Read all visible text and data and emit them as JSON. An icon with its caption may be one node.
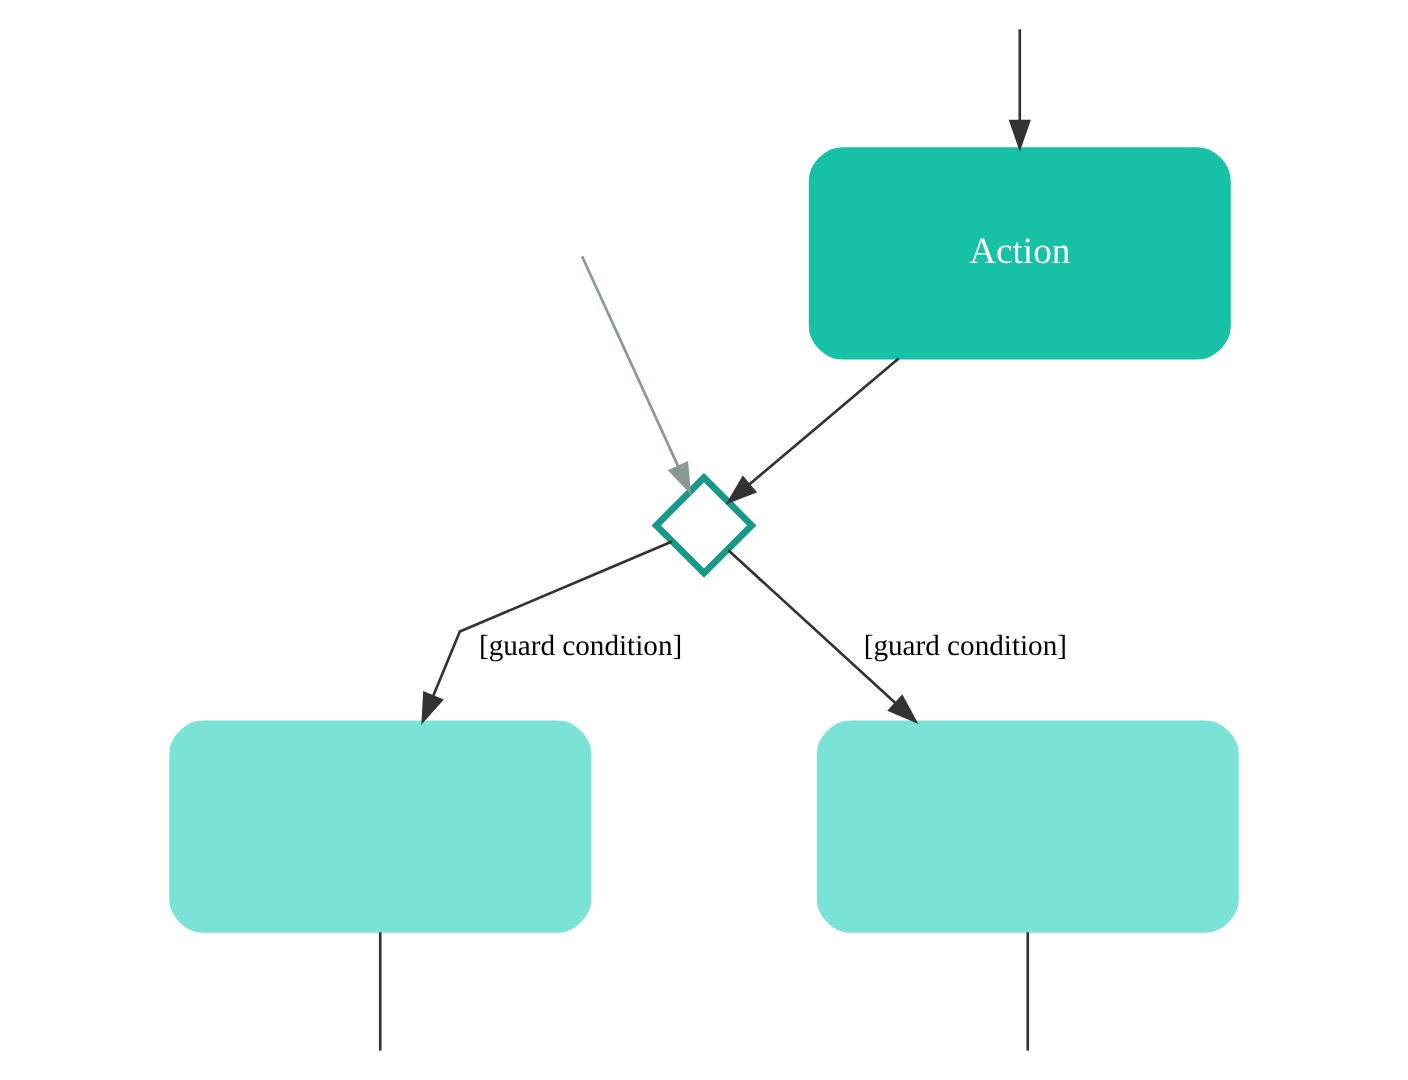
{
  "diagram": {
    "nodes": [
      {
        "text": [
          "Action"
        ]
      },
      {
        "text": [],
        "shape": "diamond"
      },
      {
        "text": [],
        "shape": "box"
      },
      {
        "text": [],
        "shape": "box"
      }
    ],
    "edges": [
      {
        "from": null,
        "to": 0,
        "arrow": "to"
      },
      {
        "from": 0,
        "to": 1,
        "arrow": "to"
      },
      {
        "from": 1,
        "to": 2,
        "arrow": "to",
        "label": "[guard condition]"
      },
      {
        "from": 1,
        "to": 3,
        "arrow": "to",
        "label": "[guard condition]"
      },
      {
        "from": 2,
        "to": null,
        "arrow": "none"
      },
      {
        "from": 3,
        "to": null,
        "arrow": "none"
      },
      {
        "from": null,
        "to": 1,
        "arrow": "to",
        "color": "#8a9a93"
      }
    ]
  }
}
